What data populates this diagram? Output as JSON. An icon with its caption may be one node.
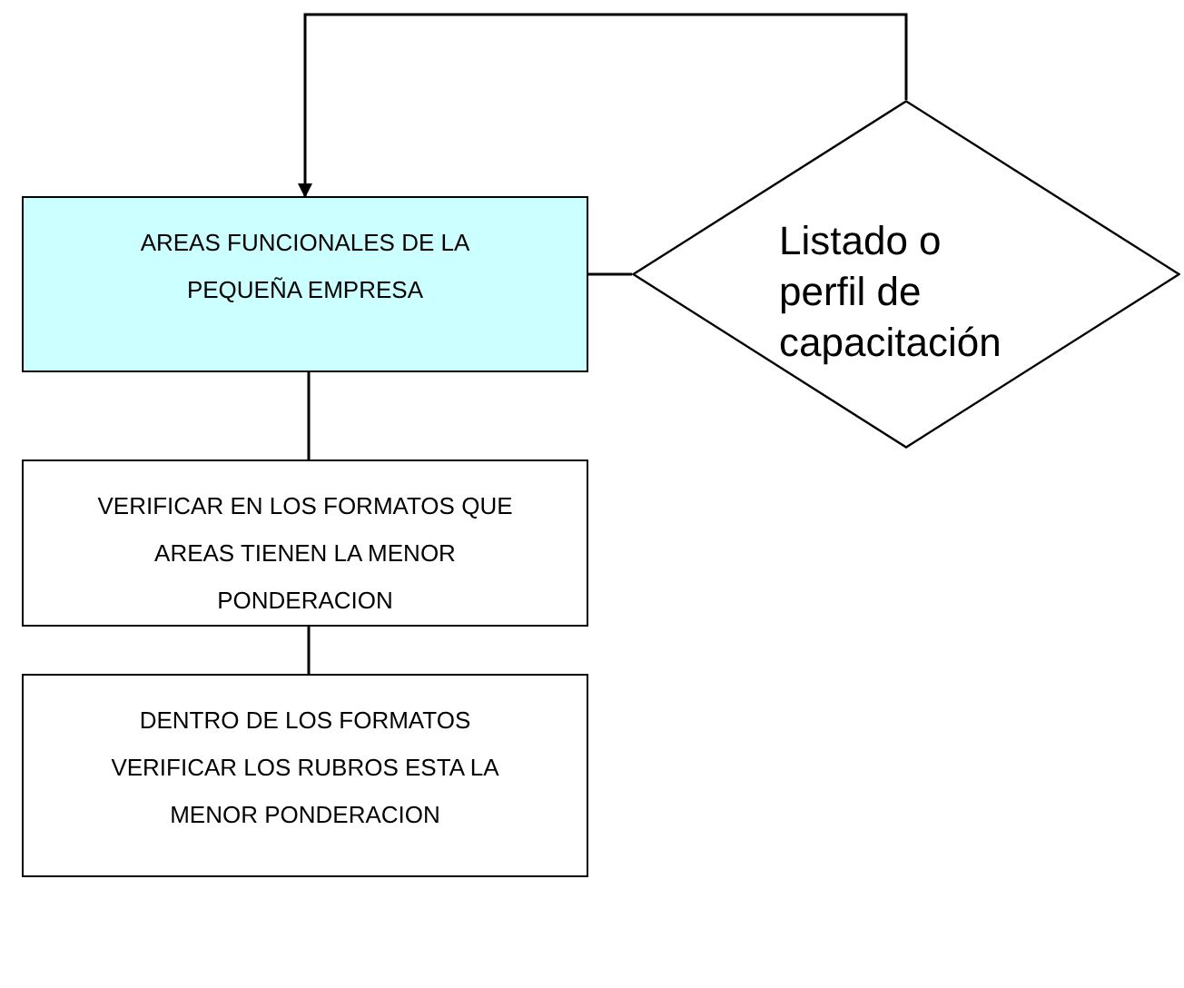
{
  "diagram": {
    "nodes": [
      {
        "text": [
          "AREAS FUNCIONALES DE LA PEQUEÑA EMPRESA"
        ]
      },
      {
        "text": [
          "Listado o perfil de capacitación"
        ]
      },
      {
        "text": [
          "VERIFICAR EN LOS FORMATOS QUE AREAS TIENEN LA MENOR PONDERACION"
        ]
      },
      {
        "text": [
          "DENTRO DE LOS  FORMATOS VERIFICAR LOS RUBROS ESTA LA MENOR PONDERACION"
        ]
      }
    ],
    "edges": [
      {
        "from": 1,
        "to": 0,
        "arrow": "to"
      },
      {
        "from": 0,
        "to": 1,
        "arrow": "none"
      },
      {
        "from": 0,
        "to": 2,
        "arrow": "none"
      },
      {
        "from": 2,
        "to": 3,
        "arrow": "none"
      }
    ]
  }
}
